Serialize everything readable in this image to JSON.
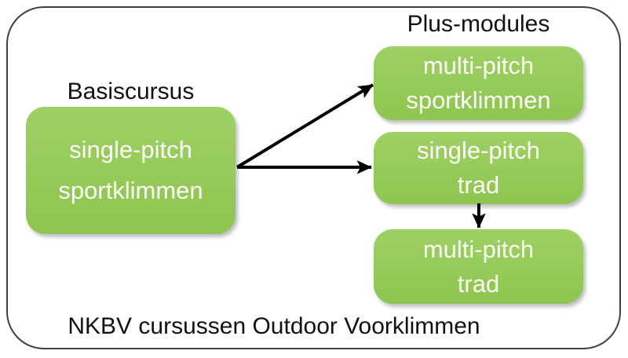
{
  "diagram": {
    "caption": "NKBV cursussen Outdoor Voorklimmen",
    "left_column": {
      "heading": "Basiscursus",
      "box": {
        "line1": "single-pitch",
        "line2": "sportklimmen"
      }
    },
    "right_column": {
      "heading": "Plus-modules",
      "boxes": [
        {
          "line1": "multi-pitch",
          "line2": "sportklimmen"
        },
        {
          "line1": "single-pitch",
          "line2": "trad"
        },
        {
          "line1": "multi-pitch",
          "line2": "trad"
        }
      ]
    },
    "arrows": [
      {
        "from": "single-pitch sportklimmen",
        "to": "multi-pitch sportklimmen"
      },
      {
        "from": "single-pitch sportklimmen",
        "to": "single-pitch trad"
      },
      {
        "from": "single-pitch trad",
        "to": "multi-pitch trad"
      }
    ]
  },
  "colors": {
    "box_green": "#93CB52",
    "frame_border": "#404040",
    "arrow": "#000000",
    "box_text": "#FDFEFA",
    "heading_text": "#111111",
    "page_bg": "#FFFFFF"
  }
}
